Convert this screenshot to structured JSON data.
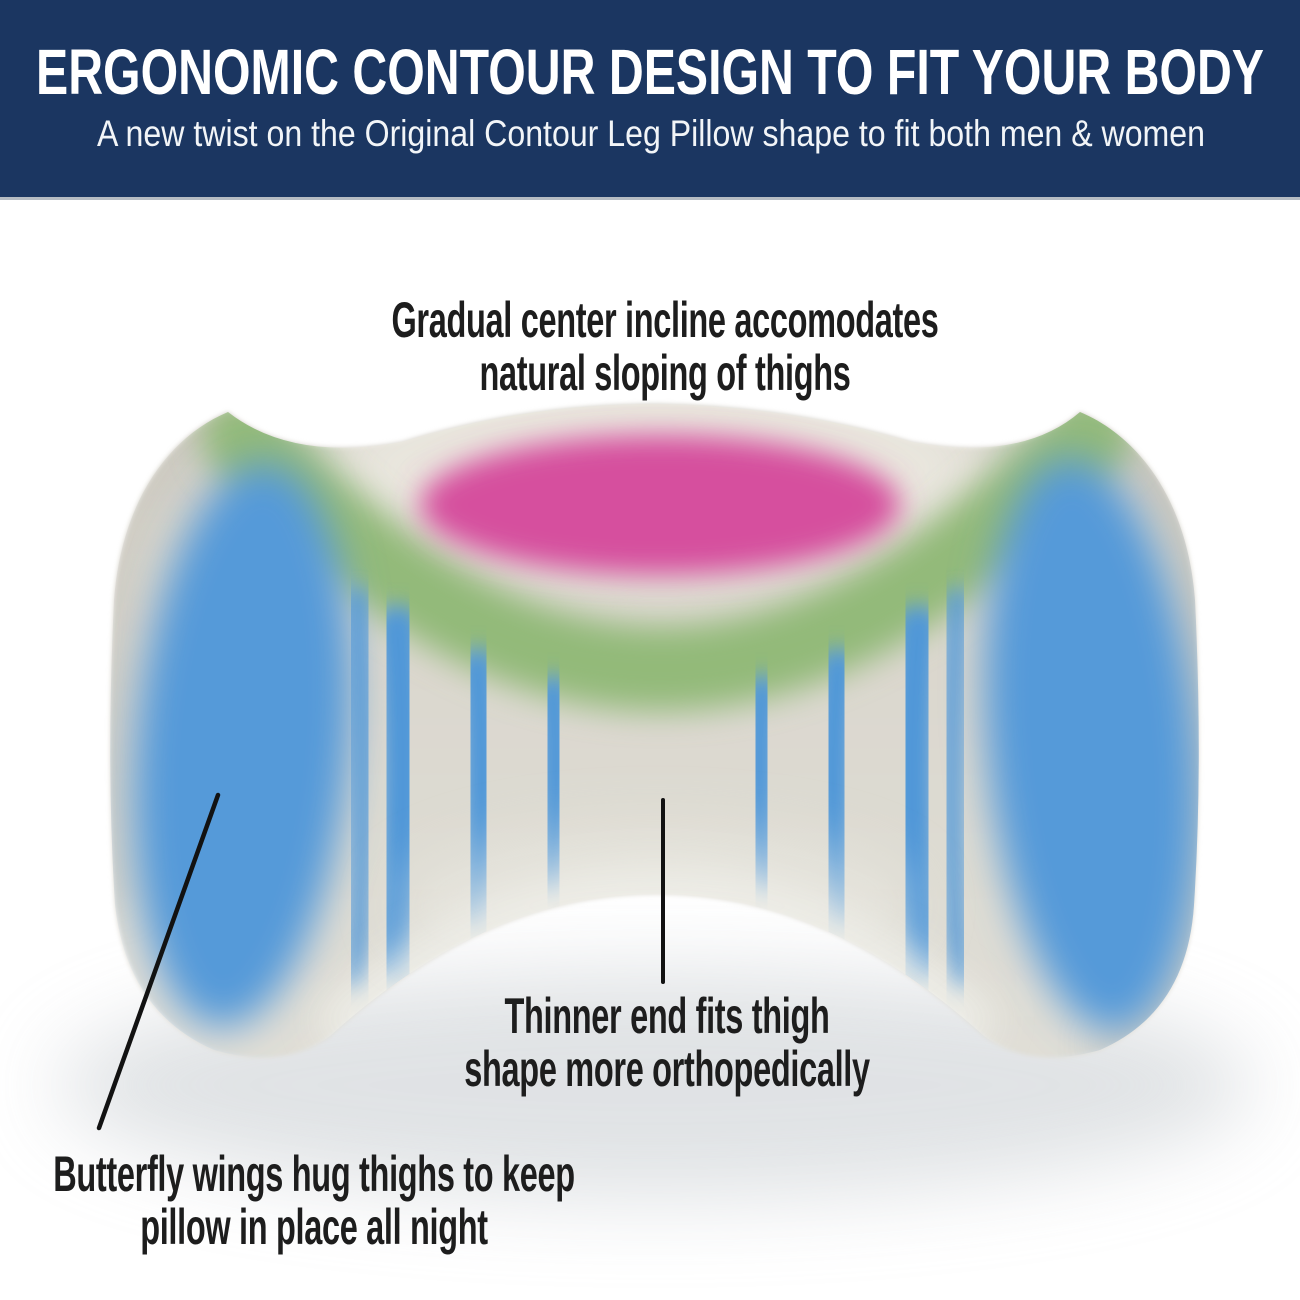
{
  "banner": {
    "title": "ERGONOMIC CONTOUR DESIGN TO FIT YOUR BODY",
    "subtitle": "A new twist on the Original Contour Leg Pillow shape to fit both men & women",
    "background": "#1b3661",
    "separator_color": "#b6bcc3",
    "text_color": "#ffffff"
  },
  "annotations": {
    "center_incline": "Gradual center incline accomodates\nnatural sloping of thighs",
    "thinner_end": "Thinner end fits thigh\nshape more orthopedically",
    "butterfly_wings": "Butterfly wings hug thighs to keep\npillow in place all night",
    "text_color": "#1d1d1d"
  },
  "pillow": {
    "base_color": "#dcd9d0",
    "base_edge_color": "#c3c0b7",
    "highlight_color": "#eceae2",
    "stripe_color": "#4f97d8",
    "wing_color": "#559ad9",
    "green_band_color": "#93ba79",
    "pink_zone_color": "#d6509e",
    "shadow_color": "#c7ccd0",
    "pointer_line_color": "#121212"
  }
}
